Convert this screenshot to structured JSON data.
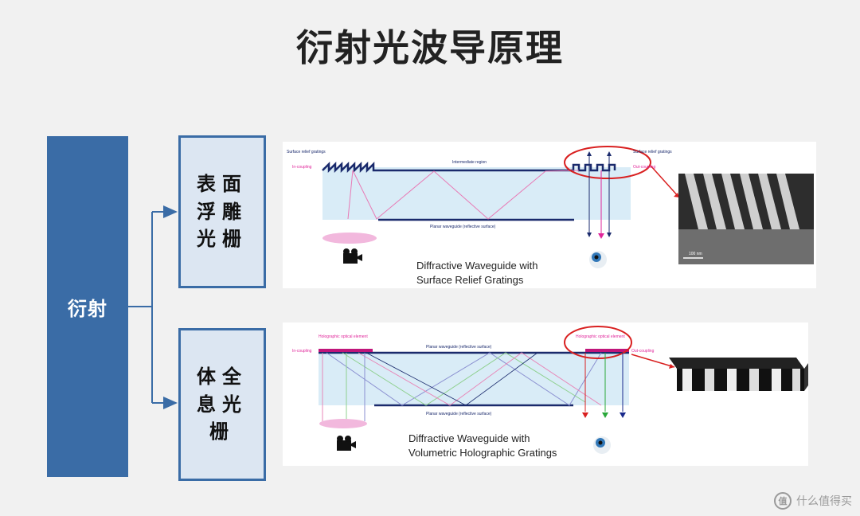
{
  "title": "衍射光波导原理",
  "root": {
    "label": "衍射"
  },
  "children": [
    {
      "label": "表面浮雕光栅"
    },
    {
      "label": "体全息光栅"
    }
  ],
  "diagram_top": {
    "caption_line1": "Diffractive Waveguide with",
    "caption_line2": "Surface Relief Gratings",
    "label_left_grating": "Surface relief gratings",
    "label_left_coupling": "In-coupling",
    "label_intermediate": "Intermediate region",
    "label_right_grating": "Surface relief gratings",
    "label_right_coupling": "Out-coupling",
    "label_waveguide": "Planar waveguide (reflective surface)",
    "label_scale": "100 nm"
  },
  "diagram_bottom": {
    "caption_line1": "Diffractive Waveguide with",
    "caption_line2": "Volumetric Holographic Gratings",
    "label_left_hoe": "Holographic optical element",
    "label_left_coupling": "In-coupling",
    "label_top_waveguide": "Planar waveguide (reflective surface)",
    "label_right_hoe": "Holographic optical element",
    "label_right_coupling": "Out-coupling",
    "label_bottom_waveguide": "Planar waveguide (reflective surface)"
  },
  "watermark": {
    "icon": "值",
    "text": "什么值得买"
  },
  "colors": {
    "primary": "#3a6ca6",
    "box_fill": "#dce6f2",
    "highlight_red": "#d92020",
    "waveguide_navy": "#1a2a6c",
    "waveguide_fill": "#d9ecf7",
    "magenta": "#e0259a"
  }
}
